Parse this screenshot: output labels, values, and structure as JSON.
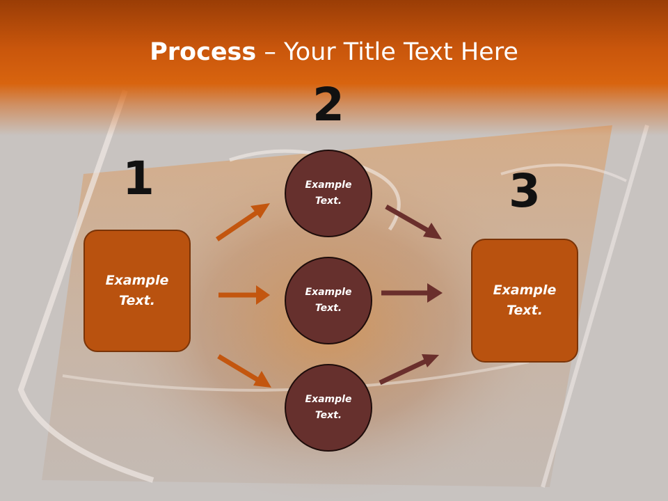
{
  "title": {
    "bold": "Process",
    "rest": " – Your Title Text Here"
  },
  "numbers": {
    "n1": "1",
    "n2": "2",
    "n3": "3"
  },
  "left_box": {
    "text": "Example\nText."
  },
  "right_box": {
    "text": "Example\nText."
  },
  "circles": [
    {
      "text": "Example\nText."
    },
    {
      "text": "Example\nText."
    },
    {
      "text": "Example\nText."
    }
  ],
  "colors": {
    "header": "#d8640f",
    "box": "#b9520f",
    "circle": "#66302d",
    "arrow_orange": "#c3560f",
    "arrow_maroon": "#6a2f2c"
  }
}
